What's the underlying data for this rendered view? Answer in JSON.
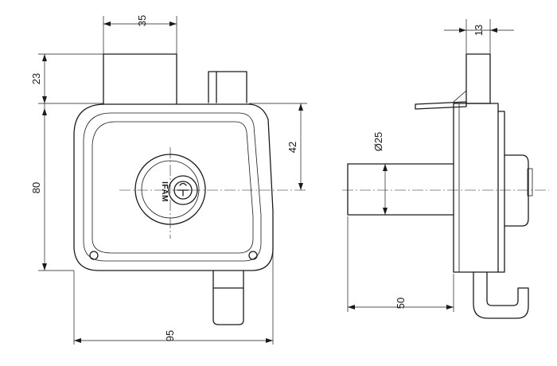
{
  "brand_text": "IFAM",
  "dimensions": {
    "top_bolt_width": "35",
    "top_bolt_height": "23",
    "body_height": "80",
    "key_offset": "42",
    "body_width": "95",
    "cylinder_diameter": "Ø25",
    "cylinder_length": "50",
    "side_bolt_width": "13"
  }
}
